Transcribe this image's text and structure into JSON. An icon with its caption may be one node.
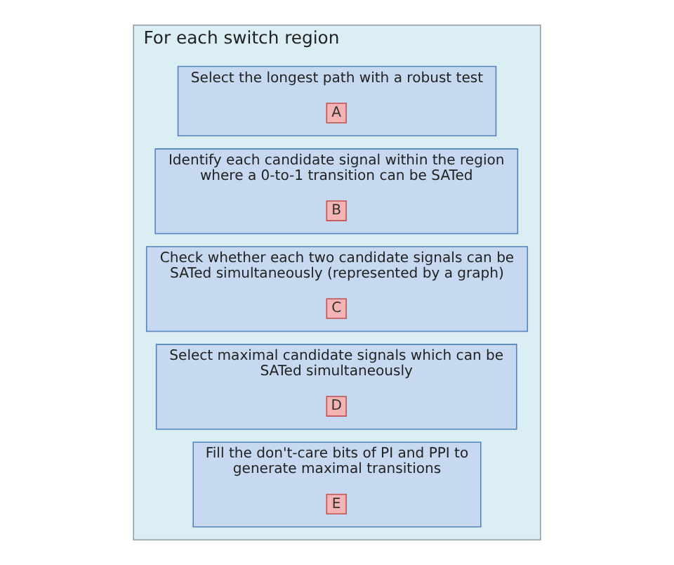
{
  "diagram": {
    "nodes": [
      {
        "text": [
          "For each switch region"
        ]
      },
      {
        "text": [
          "Select the longest path with a robust test"
        ],
        "in": 0
      },
      {
        "text": [
          "A"
        ],
        "in": 1
      },
      {
        "text": [
          "Identify each candidate signal within the region where a 0-to-1 transition can be SATed"
        ],
        "in": 0
      },
      {
        "text": [
          "B"
        ],
        "in": 3
      },
      {
        "text": [
          "Check whether each two candidate signals can be SATed simultaneously (represented by a graph)"
        ],
        "in": 0
      },
      {
        "text": [
          "C"
        ],
        "in": 5
      },
      {
        "text": [
          "Select maximal candidate signals which can be SATed simultaneously"
        ],
        "in": 0
      },
      {
        "text": [
          "D"
        ],
        "in": 7
      },
      {
        "text": [
          "Fill the don't-care bits of PI and PPI to generate maximal transitions"
        ],
        "in": 0
      },
      {
        "text": [
          "E"
        ],
        "in": 9
      }
    ],
    "edges": []
  }
}
